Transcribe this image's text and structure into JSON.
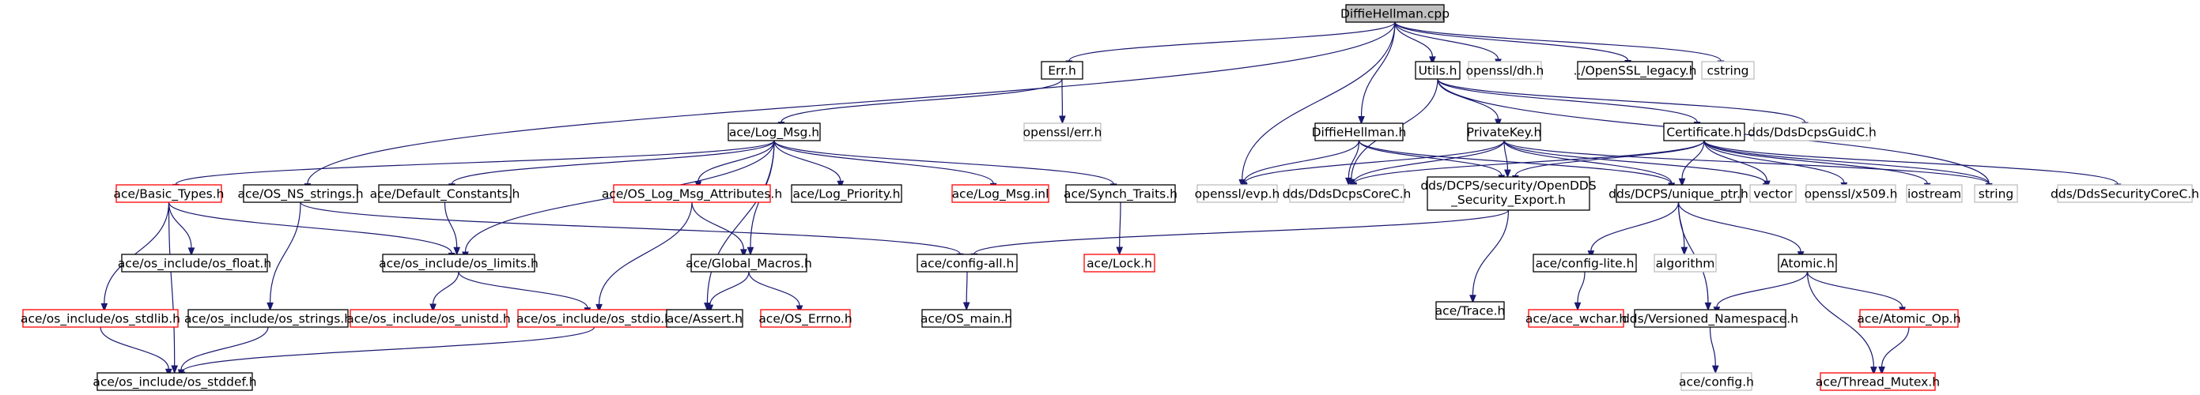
{
  "colors": {
    "edge": "#191970",
    "border_normal": "#000000",
    "border_missing": "#bfbfbf",
    "border_truncated": "#ff0000",
    "fill_root": "#bfbfbf",
    "fill_default": "#ffffff"
  },
  "nodes": [
    {
      "id": "diffiehellman_cpp",
      "label": "DiffieHellman.cpp",
      "kind": "root"
    },
    {
      "id": "err_h",
      "label": "Err.h",
      "kind": "normal"
    },
    {
      "id": "utils_h",
      "label": "Utils.h",
      "kind": "normal"
    },
    {
      "id": "openssl_dh_h",
      "label": "openssl/dh.h",
      "kind": "missing"
    },
    {
      "id": "openssl_legacy_h",
      "label": "../OpenSSL_legacy.h",
      "kind": "normal"
    },
    {
      "id": "cstring",
      "label": "cstring",
      "kind": "missing"
    },
    {
      "id": "log_msg_h",
      "label": "ace/Log_Msg.h",
      "kind": "normal"
    },
    {
      "id": "openssl_err_h",
      "label": "openssl/err.h",
      "kind": "missing"
    },
    {
      "id": "diffiehellman_h",
      "label": "DiffieHellman.h",
      "kind": "normal"
    },
    {
      "id": "privatekey_h",
      "label": "PrivateKey.h",
      "kind": "normal"
    },
    {
      "id": "certificate_h",
      "label": "Certificate.h",
      "kind": "normal"
    },
    {
      "id": "ddsdcpsguidc_h",
      "label": "dds/DdsDcpsGuidC.h",
      "kind": "missing"
    },
    {
      "id": "basic_types_h",
      "label": "ace/Basic_Types.h",
      "kind": "truncated"
    },
    {
      "id": "os_ns_strings_h",
      "label": "ace/OS_NS_strings.h",
      "kind": "normal"
    },
    {
      "id": "default_constants_h",
      "label": "ace/Default_Constants.h",
      "kind": "normal"
    },
    {
      "id": "os_log_msg_attributes_h",
      "label": "ace/OS_Log_Msg_Attributes.h",
      "kind": "truncated"
    },
    {
      "id": "log_priority_h",
      "label": "ace/Log_Priority.h",
      "kind": "normal"
    },
    {
      "id": "log_msg_inl",
      "label": "ace/Log_Msg.inl",
      "kind": "truncated"
    },
    {
      "id": "synch_traits_h",
      "label": "ace/Synch_Traits.h",
      "kind": "normal"
    },
    {
      "id": "openssl_evp_h",
      "label": "openssl/evp.h",
      "kind": "missing"
    },
    {
      "id": "ddsdcpscorec_h",
      "label": "dds/DdsDcpsCoreC.h",
      "kind": "missing"
    },
    {
      "id": "opendds_security_export_h",
      "label": "dds/DCPS/security/OpenDDS",
      "label2": "_Security_Export.h",
      "kind": "normal"
    },
    {
      "id": "unique_ptr_h",
      "label": "dds/DCPS/unique_ptr.h",
      "kind": "normal"
    },
    {
      "id": "vector",
      "label": "vector",
      "kind": "missing"
    },
    {
      "id": "openssl_x509_h",
      "label": "openssl/x509.h",
      "kind": "missing"
    },
    {
      "id": "iostream",
      "label": "iostream",
      "kind": "missing"
    },
    {
      "id": "string",
      "label": "string",
      "kind": "missing"
    },
    {
      "id": "ddssecuritycorec_h",
      "label": "dds/DdsSecurityCoreC.h",
      "kind": "missing"
    },
    {
      "id": "os_float_h",
      "label": "ace/os_include/os_float.h",
      "kind": "normal"
    },
    {
      "id": "os_limits_h",
      "label": "ace/os_include/os_limits.h",
      "kind": "normal"
    },
    {
      "id": "global_macros_h",
      "label": "ace/Global_Macros.h",
      "kind": "normal"
    },
    {
      "id": "config_all_h",
      "label": "ace/config-all.h",
      "kind": "normal"
    },
    {
      "id": "lock_h",
      "label": "ace/Lock.h",
      "kind": "truncated"
    },
    {
      "id": "trace_h",
      "label": "ace/Trace.h",
      "kind": "normal"
    },
    {
      "id": "config_lite_h",
      "label": "ace/config-lite.h",
      "kind": "normal"
    },
    {
      "id": "algorithm",
      "label": "algorithm",
      "kind": "missing"
    },
    {
      "id": "atomic_h",
      "label": "Atomic.h",
      "kind": "normal"
    },
    {
      "id": "os_stdlib_h",
      "label": "ace/os_include/os_stdlib.h",
      "kind": "truncated"
    },
    {
      "id": "os_strings_h",
      "label": "ace/os_include/os_strings.h",
      "kind": "normal"
    },
    {
      "id": "os_unistd_h",
      "label": "ace/os_include/os_unistd.h",
      "kind": "truncated"
    },
    {
      "id": "os_stdio_h",
      "label": "ace/os_include/os_stdio.h",
      "kind": "truncated"
    },
    {
      "id": "assert_h",
      "label": "ace/Assert.h",
      "kind": "normal"
    },
    {
      "id": "os_errno_h",
      "label": "ace/OS_Errno.h",
      "kind": "truncated"
    },
    {
      "id": "os_main_h",
      "label": "ace/OS_main.h",
      "kind": "normal"
    },
    {
      "id": "ace_wchar_h",
      "label": "ace/ace_wchar.h",
      "kind": "truncated"
    },
    {
      "id": "versioned_namespace_h",
      "label": "dds/Versioned_Namespace.h",
      "kind": "normal"
    },
    {
      "id": "atomic_op_h",
      "label": "ace/Atomic_Op.h",
      "kind": "truncated"
    },
    {
      "id": "os_stddef_h",
      "label": "ace/os_include/os_stddef.h",
      "kind": "normal"
    },
    {
      "id": "ace_config_h",
      "label": "ace/config.h",
      "kind": "missing"
    },
    {
      "id": "thread_mutex_h",
      "label": "ace/Thread_Mutex.h",
      "kind": "truncated"
    }
  ],
  "edges": [
    [
      "diffiehellman_cpp",
      "err_h"
    ],
    [
      "diffiehellman_cpp",
      "utils_h"
    ],
    [
      "diffiehellman_cpp",
      "openssl_dh_h"
    ],
    [
      "diffiehellman_cpp",
      "openssl_legacy_h"
    ],
    [
      "diffiehellman_cpp",
      "cstring"
    ],
    [
      "diffiehellman_cpp",
      "diffiehellman_h"
    ],
    [
      "diffiehellman_cpp",
      "openssl_evp_h"
    ],
    [
      "diffiehellman_cpp",
      "os_ns_strings_h"
    ],
    [
      "err_h",
      "log_msg_h"
    ],
    [
      "err_h",
      "openssl_err_h"
    ],
    [
      "utils_h",
      "privatekey_h"
    ],
    [
      "utils_h",
      "certificate_h"
    ],
    [
      "utils_h",
      "ddsdcpsguidc_h"
    ],
    [
      "utils_h",
      "ddsdcpscorec_h"
    ],
    [
      "utils_h",
      "string"
    ],
    [
      "log_msg_h",
      "basic_types_h"
    ],
    [
      "log_msg_h",
      "default_constants_h"
    ],
    [
      "log_msg_h",
      "os_log_msg_attributes_h"
    ],
    [
      "log_msg_h",
      "log_priority_h"
    ],
    [
      "log_msg_h",
      "log_msg_inl"
    ],
    [
      "log_msg_h",
      "synch_traits_h"
    ],
    [
      "log_msg_h",
      "os_limits_h"
    ],
    [
      "log_msg_h",
      "global_macros_h"
    ],
    [
      "log_msg_h",
      "assert_h"
    ],
    [
      "diffiehellman_h",
      "openssl_evp_h"
    ],
    [
      "diffiehellman_h",
      "ddsdcpscorec_h"
    ],
    [
      "diffiehellman_h",
      "opendds_security_export_h"
    ],
    [
      "diffiehellman_h",
      "unique_ptr_h"
    ],
    [
      "privatekey_h",
      "openssl_evp_h"
    ],
    [
      "privatekey_h",
      "ddsdcpscorec_h"
    ],
    [
      "privatekey_h",
      "opendds_security_export_h"
    ],
    [
      "privatekey_h",
      "unique_ptr_h"
    ],
    [
      "privatekey_h",
      "vector"
    ],
    [
      "privatekey_h",
      "string"
    ],
    [
      "certificate_h",
      "ddsdcpscorec_h"
    ],
    [
      "certificate_h",
      "opendds_security_export_h"
    ],
    [
      "certificate_h",
      "unique_ptr_h"
    ],
    [
      "certificate_h",
      "vector"
    ],
    [
      "certificate_h",
      "openssl_x509_h"
    ],
    [
      "certificate_h",
      "iostream"
    ],
    [
      "certificate_h",
      "string"
    ],
    [
      "certificate_h",
      "ddssecuritycorec_h"
    ],
    [
      "basic_types_h",
      "os_float_h"
    ],
    [
      "basic_types_h",
      "os_limits_h"
    ],
    [
      "basic_types_h",
      "os_stdlib_h"
    ],
    [
      "basic_types_h",
      "os_stddef_h"
    ],
    [
      "os_ns_strings_h",
      "os_strings_h"
    ],
    [
      "os_ns_strings_h",
      "config_all_h"
    ],
    [
      "default_constants_h",
      "os_limits_h"
    ],
    [
      "os_log_msg_attributes_h",
      "global_macros_h"
    ],
    [
      "os_log_msg_attributes_h",
      "os_stdio_h"
    ],
    [
      "synch_traits_h",
      "lock_h"
    ],
    [
      "opendds_security_export_h",
      "config_all_h"
    ],
    [
      "opendds_security_export_h",
      "trace_h"
    ],
    [
      "unique_ptr_h",
      "config_lite_h"
    ],
    [
      "unique_ptr_h",
      "algorithm"
    ],
    [
      "unique_ptr_h",
      "atomic_h"
    ],
    [
      "unique_ptr_h",
      "versioned_namespace_h"
    ],
    [
      "os_limits_h",
      "os_unistd_h"
    ],
    [
      "os_limits_h",
      "os_stdio_h"
    ],
    [
      "global_macros_h",
      "assert_h"
    ],
    [
      "global_macros_h",
      "os_errno_h"
    ],
    [
      "config_all_h",
      "os_main_h"
    ],
    [
      "config_lite_h",
      "ace_wchar_h"
    ],
    [
      "atomic_h",
      "versioned_namespace_h"
    ],
    [
      "atomic_h",
      "atomic_op_h"
    ],
    [
      "atomic_h",
      "thread_mutex_h"
    ],
    [
      "os_stdlib_h",
      "os_stddef_h"
    ],
    [
      "os_strings_h",
      "os_stddef_h"
    ],
    [
      "os_stdio_h",
      "os_stddef_h"
    ],
    [
      "versioned_namespace_h",
      "ace_config_h"
    ],
    [
      "atomic_op_h",
      "thread_mutex_h"
    ]
  ]
}
